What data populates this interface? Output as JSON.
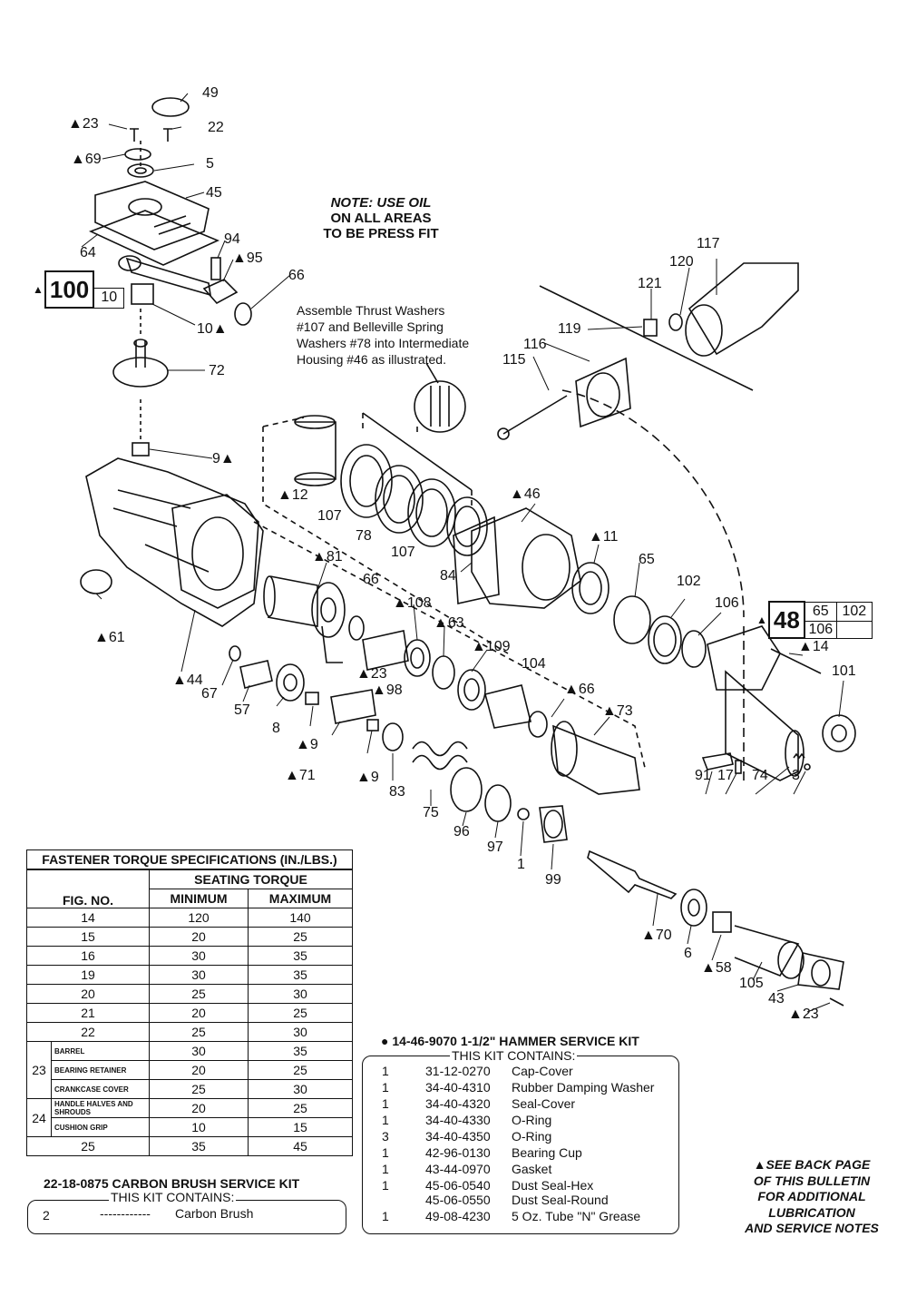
{
  "note": {
    "line1": "NOTE: USE OIL",
    "line2": "ON ALL AREAS",
    "line3": "TO BE PRESS FIT"
  },
  "assemble_note": [
    "Assemble Thrust Washers",
    "#107 and Belleville Spring",
    "Washers #78 into Intermediate",
    "Housing #46 as illustrated."
  ],
  "callouts": [
    "49",
    "▲23",
    "22",
    "▲69",
    "5",
    "45",
    "94",
    "▲95",
    "64",
    "66",
    "10▲",
    "72",
    "9▲",
    "117",
    "120",
    "121",
    "119",
    "116",
    "115",
    "▲12",
    "107",
    "78",
    "107",
    "▲46",
    "84",
    "▲81",
    "66",
    "▲108",
    "▲63",
    "▲11",
    "65",
    "102",
    "106",
    "▲61",
    "▲44",
    "67",
    "57",
    "8",
    "▲9",
    "▲23",
    "▲98",
    "▲109",
    "104",
    "▲66",
    "▲73",
    "▲14",
    "101",
    "▲71",
    "▲9",
    "83",
    "75",
    "96",
    "97",
    "1",
    "99",
    "91",
    "17",
    "74",
    "3",
    "▲70",
    "6",
    "▲58",
    "105",
    "43",
    "▲23"
  ],
  "refbox_100": {
    "main": "100",
    "sub": "10",
    "marker": "▲"
  },
  "refbox_48": {
    "main": "48",
    "a": "65",
    "b": "102",
    "c": "106",
    "marker": "▲"
  },
  "torque": {
    "title": "FASTENER TORQUE SPECIFICATIONS (IN./LBS.)",
    "seating": "SEATING TORQUE",
    "col_fig": "FIG. NO.",
    "col_min": "MINIMUM",
    "col_max": "MAXIMUM",
    "rows": [
      {
        "fig": "14",
        "min": "120",
        "max": "140"
      },
      {
        "fig": "15",
        "min": "20",
        "max": "25"
      },
      {
        "fig": "16",
        "min": "30",
        "max": "35"
      },
      {
        "fig": "19",
        "min": "30",
        "max": "35"
      },
      {
        "fig": "20",
        "min": "25",
        "max": "30"
      },
      {
        "fig": "21",
        "min": "20",
        "max": "25"
      },
      {
        "fig": "22",
        "min": "25",
        "max": "30"
      }
    ],
    "g23": {
      "fig": "23",
      "r1": {
        "name": "BARREL",
        "min": "30",
        "max": "35"
      },
      "r2": {
        "name": "BEARING RETAINER",
        "min": "20",
        "max": "25"
      },
      "r3": {
        "name": "CRANKCASE COVER",
        "min": "25",
        "max": "30"
      }
    },
    "g24": {
      "fig": "24",
      "r1": {
        "name": "HANDLE HALVES AND SHROUDS",
        "min": "20",
        "max": "25"
      },
      "r2": {
        "name": "CUSHION GRIP",
        "min": "10",
        "max": "15"
      }
    },
    "last": {
      "fig": "25",
      "min": "35",
      "max": "45"
    }
  },
  "carbon_kit": {
    "title": "22-18-0875 CARBON BRUSH SERVICE KIT",
    "contains": "THIS KIT CONTAINS:",
    "qty": "2",
    "dashes": "------------",
    "item": "Carbon Brush"
  },
  "hammer_kit": {
    "title": "● 14-46-9070 1-1/2\" HAMMER SERVICE KIT",
    "contains": "THIS KIT CONTAINS:",
    "items": [
      {
        "qty": "1",
        "part": "31-12-0270",
        "desc": "Cap-Cover"
      },
      {
        "qty": "1",
        "part": "34-40-4310",
        "desc": "Rubber Damping Washer"
      },
      {
        "qty": "1",
        "part": "34-40-4320",
        "desc": "Seal-Cover"
      },
      {
        "qty": "1",
        "part": "34-40-4330",
        "desc": "O-Ring"
      },
      {
        "qty": "3",
        "part": "34-40-4350",
        "desc": "O-Ring"
      },
      {
        "qty": "1",
        "part": "42-96-0130",
        "desc": "Bearing Cup"
      },
      {
        "qty": "1",
        "part": "43-44-0970",
        "desc": "Gasket"
      },
      {
        "qty": "1",
        "part": "45-06-0540",
        "desc": "Dust Seal-Hex"
      },
      {
        "qty": "",
        "part": "45-06-0550",
        "desc": "Dust Seal-Round"
      },
      {
        "qty": "1",
        "part": "49-08-4230",
        "desc": "5 Oz. Tube \"N\" Grease"
      }
    ]
  },
  "see_back": [
    "▲SEE BACK PAGE",
    "OF THIS BULLETIN",
    "FOR ADDITIONAL",
    "LUBRICATION",
    "AND SERVICE NOTES"
  ]
}
